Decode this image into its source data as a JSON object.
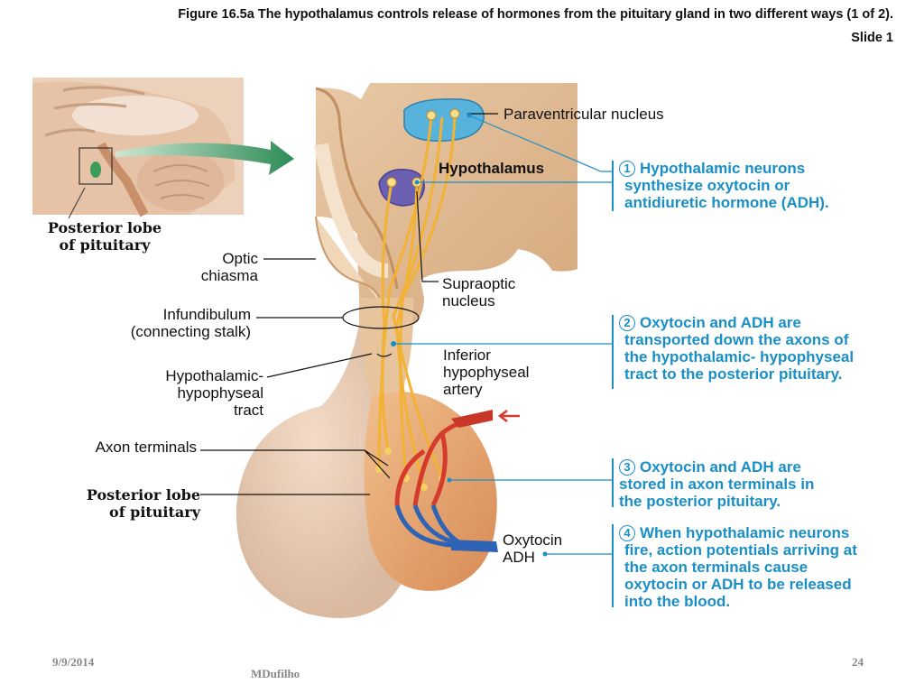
{
  "title": "Figure 16.5a  The hypothalamus controls release of hormones from the pituitary gland in two different ways (1 of 2).",
  "slide": "Slide 1",
  "labels": {
    "paraventricular": "Paraventricular nucleus",
    "hypothalamus": "Hypothalamus",
    "posterior_lobe_top_1": "Posterior lobe",
    "posterior_lobe_top_2": "of pituitary",
    "optic_1": "Optic",
    "optic_2": "chiasma",
    "supraoptic_1": "Supraoptic",
    "supraoptic_2": "nucleus",
    "infundibulum_1": "Infundibulum",
    "infundibulum_2": "(connecting stalk)",
    "inferior_1": "Inferior",
    "inferior_2": "hypophyseal",
    "inferior_3": "artery",
    "tract_1": "Hypothalamic-",
    "tract_2": "hypophyseal",
    "tract_3": "tract",
    "axon_terminals": "Axon terminals",
    "posterior_lobe_bottom_1": "Posterior lobe",
    "posterior_lobe_bottom_2": "of pituitary",
    "oxytocin": "Oxytocin",
    "adh": "ADH"
  },
  "steps": [
    {
      "num": "1",
      "lines": [
        "Hypothalamic neurons",
        "synthesize oxytocin or",
        "antidiuretic hormone (ADH)."
      ]
    },
    {
      "num": "2",
      "lines": [
        "Oxytocin and ADH are",
        "transported down the axons of",
        "the hypothalamic- hypophyseal",
        "tract to the posterior pituitary."
      ]
    },
    {
      "num": "3",
      "lines": [
        "Oxytocin and ADH are",
        "stored in axon terminals in",
        "the posterior pituitary."
      ]
    },
    {
      "num": "4",
      "lines": [
        "When hypothalamic neurons",
        "fire, action potentials arriving at",
        "the axon terminals cause",
        "oxytocin or ADH to be released",
        "into the blood."
      ]
    }
  ],
  "footer": {
    "date": "9/9/2014",
    "author": "MDufilho",
    "page": "24"
  },
  "colors": {
    "accent": "#1a8fc6",
    "tissue": "#e2b98f",
    "axon": "#f2b233",
    "artery": "#d63a2c",
    "vein": "#2f63b5",
    "arrow": "#2e8b57"
  }
}
